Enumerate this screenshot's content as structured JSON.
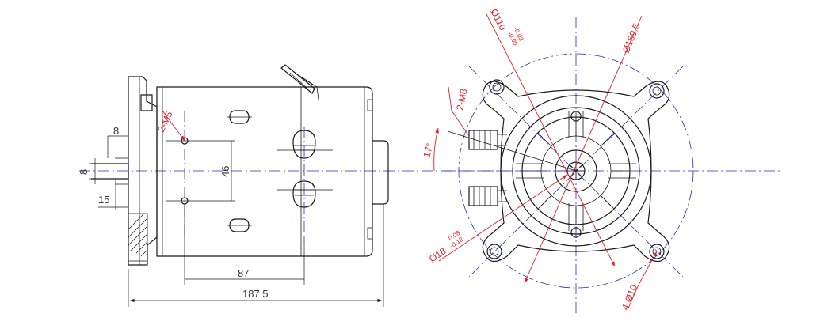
{
  "dimensions": {
    "length_total": "187.5",
    "bolt_spacing_horizontal": "87",
    "bolt_spacing_vertical": "46",
    "terminal_thread_side": "2-M5",
    "shaft_offset": "8",
    "shaft_diameter": "8",
    "shaft_length": "15",
    "angle": "17°",
    "terminal_thread_end": "2-M8",
    "pilot_diameter": "Ø110",
    "pilot_tol_upper": "-0.02",
    "pilot_tol_lower": "-0.05",
    "bolt_circle_diameter": "Ø169.5",
    "bore_diameter": "Ø18",
    "bore_tol_upper": "-0.08",
    "bore_tol_lower": "-0.12",
    "mounting_holes": "4-Ø10"
  },
  "colors": {
    "object_line": "#1a1a1a",
    "center_line": "#2b2bb8",
    "dimension_line": "#e0202a"
  }
}
